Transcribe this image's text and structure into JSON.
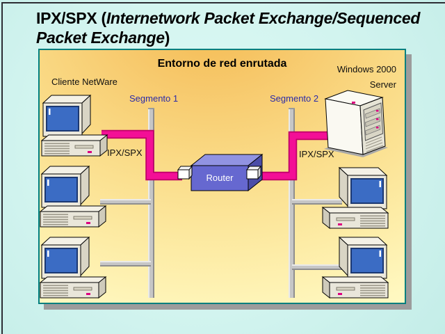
{
  "slide": {
    "title": {
      "prefix": "IPX/SPX (",
      "italic_main": "Internetwork Packet Exchange/Sequenced",
      "italic_line2": "Packet Exchange",
      "suffix": ")"
    },
    "diagram": {
      "heading": "Entorno de red enrutada",
      "client_label": "Cliente NetWare",
      "server_label_line1": "Windows 2000",
      "server_label_line2": "Server",
      "segment1_label": "Segmento 1",
      "segment2_label": "Segmento 2",
      "protocol_left_label": "IPX/SPX",
      "protocol_right_label": "IPX/SPX",
      "router_label": "Router"
    },
    "colors": {
      "background_cyan": "#D2F4EF",
      "frame_line": "#2D2D34",
      "panel_gradient_top": "#F5BC54",
      "panel_gradient_bottom": "#FFFFCB",
      "panel_border_teal": "#007F7F",
      "panel_shadow_gray": "#9C9C9C",
      "cable_pink": "#F30F96",
      "cable_outline": "#BE0266",
      "segment_label_blue": "#2A2AA8",
      "router_body_blue": "#6668D0",
      "bus_line_gray": "#C6C6C6",
      "screen_blue": "#3B6CC4",
      "led_pink": "#DD0080"
    }
  }
}
